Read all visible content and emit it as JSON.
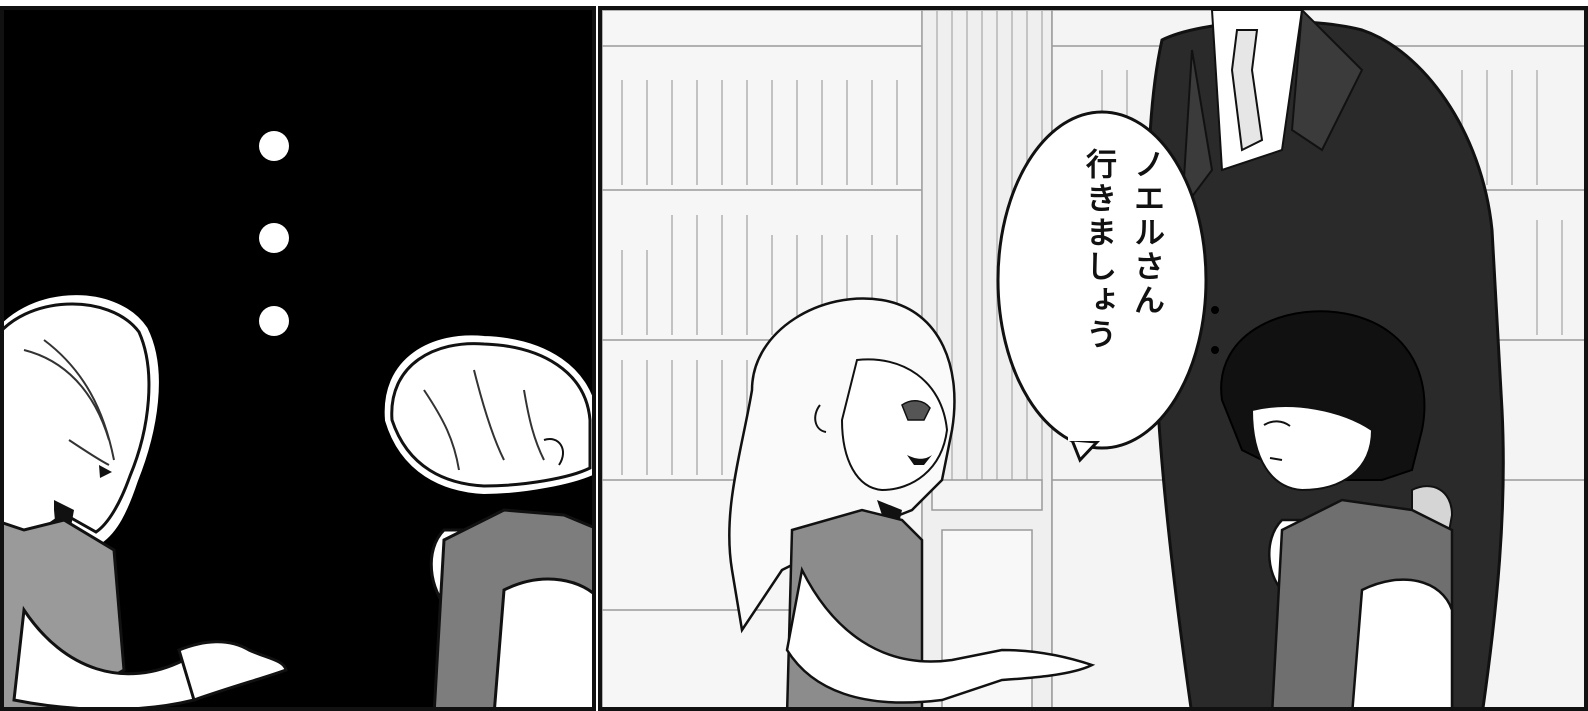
{
  "speech_bubble": {
    "lines": [
      "ノエルさん",
      "行きましょう"
    ]
  },
  "colors": {
    "ink": "#111111",
    "paper": "#ffffff",
    "screen_tone": "#8a8a8a",
    "background_left": "#000000"
  },
  "icons": {
    "ellipsis": "three-dot-vertical-ellipsis"
  }
}
